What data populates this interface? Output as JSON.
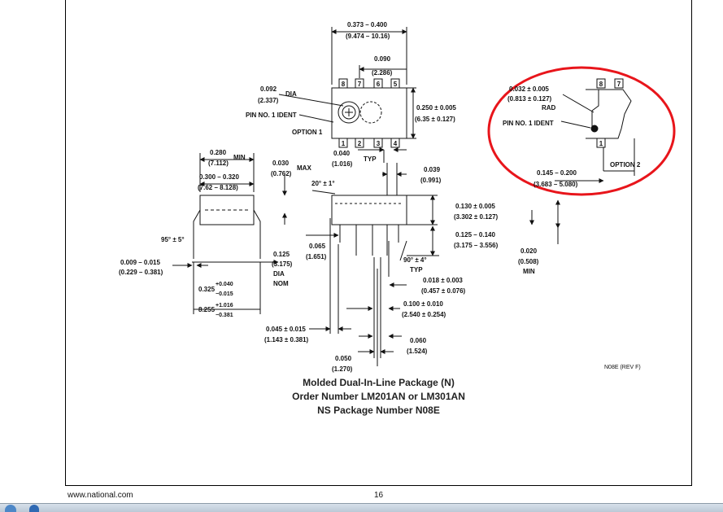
{
  "document": {
    "footer_site": "www.national.com",
    "page_number": "16",
    "drawing_code": "N08E (REV F)"
  },
  "caption": {
    "line1": "Molded Dual-In-Line Package (N)",
    "line2": "Order Number LM201AN or LM301AN",
    "line3": "NS Package Number N08E"
  },
  "top_view": {
    "width_dim": "0.373 – 0.400",
    "width_dim_mm": "(9.474 – 10.16)",
    "pin_spacing_dim": "0.090",
    "pin_spacing_dim_mm": "(2.286)",
    "dia_dim": "0.092",
    "dia_dim_mm": "(2.337)",
    "dia_label": "DIA",
    "pin1_label": "PIN NO. 1 IDENT",
    "option1_label": "OPTION 1",
    "height_dim": "0.250 ± 0.005",
    "height_dim_mm": "(6.35 ± 0.127)",
    "top_pins": [
      "8",
      "7",
      "6",
      "5"
    ],
    "bottom_pins": [
      "1",
      "2",
      "3",
      "4"
    ]
  },
  "option2": {
    "rad_dim": "0.032 ± 0.005",
    "rad_dim_mm": "(0.813 ± 0.127)",
    "rad_label": "RAD",
    "pin1_label": "PIN NO. 1 IDENT",
    "label": "OPTION 2",
    "top_pins": [
      "8",
      "7"
    ],
    "bottom_pin": "1",
    "length_dim": "0.145 – 0.200",
    "length_dim_mm": "(3.683 – 5.080)"
  },
  "end_view": {
    "min_dim": "0.280",
    "min_dim_mm": "(7.112)",
    "min_label": "MIN",
    "max_dim": "0.030",
    "max_dim_mm": "(0.762)",
    "max_label": "MAX",
    "width_dim": "0.300 – 0.320",
    "width_dim_mm": "(7.62 – 8.128)",
    "angle": "95° ± 5°",
    "lead_dim": "0.009 – 0.015",
    "lead_dim_mm": "(0.229 – 0.381)",
    "dia_dim": "0.125",
    "dia_dim_mm": "(3.175)",
    "dia_label": "DIA",
    "nom_label": "NOM",
    "spread_dim": "0.325",
    "spread_tol_plus": "+0.040",
    "spread_tol_minus": "−0.015",
    "spread_dim_mm": "8.255",
    "spread_tol_plus_mm": "+1.016",
    "spread_tol_minus_mm": "−0.381"
  },
  "side_view": {
    "pitch_typ_dim": "0.040",
    "pitch_typ_dim_mm": "(1.016)",
    "typ_label": "TYP",
    "tab_dim": "0.039",
    "tab_dim_mm": "(0.991)",
    "angle_small": "20° ± 1°",
    "body_height_dim": "0.130 ± 0.005",
    "body_height_dim_mm": "(3.302 ± 0.127)",
    "lead_length_dim": "0.125 – 0.140",
    "lead_length_dim_mm": "(3.175 – 3.556)",
    "seat_dim": "0.020",
    "seat_dim_mm": "(0.508)",
    "seat_label": "MIN",
    "shoulder_dim": "0.065",
    "shoulder_dim_mm": "(1.651)",
    "lead_angle": "90° ± 4°",
    "lead_angle_label": "TYP",
    "lead_width_dim": "0.018 ± 0.003",
    "lead_width_dim_mm": "(0.457 ± 0.076)",
    "pitch_dim": "0.100 ± 0.010",
    "pitch_dim_mm": "(2.540 ± 0.254)",
    "end_lead_dim": "0.045 ± 0.015",
    "end_lead_dim_mm": "(1.143 ± 0.381)",
    "wide_lead_dim": "0.060",
    "wide_lead_dim_mm": "(1.524)",
    "lead_gap_dim": "0.050",
    "lead_gap_dim_mm": "(1.270)"
  },
  "colors": {
    "highlight_ellipse": "#e8151b",
    "line": "#111111"
  }
}
